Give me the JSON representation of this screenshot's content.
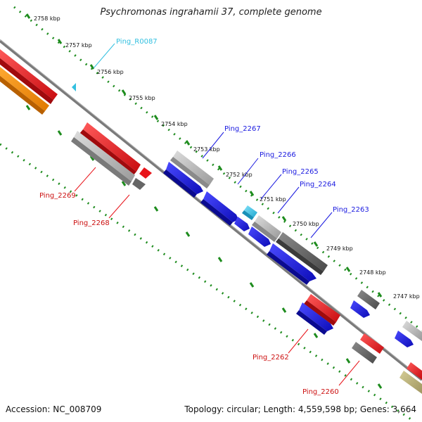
{
  "title": "Psychromonas ingrahamii 37, complete genome",
  "footer": {
    "accession": "Accession: NC_008709",
    "topology": "Topology: circular; Length: 4,559,598 bp; Genes: 3,664"
  },
  "colors": {
    "forward_gene": "#e8141a",
    "reverse_gene": "#1a1ae0",
    "rna": "#33c0e0",
    "gray_gene": "#9a9a9a",
    "dark_gray_gene": "#555555",
    "orange_gene": "#ff8c00",
    "khaki_gene": "#b8ad70",
    "tick": "#1e8c1e",
    "backbone": "#808080"
  },
  "kbp_labels": [
    "2758 kbp",
    "2757 kbp",
    "2756 kbp",
    "2755 kbp",
    "2754 kbp",
    "2753 kbp",
    "2752 kbp",
    "2751 kbp",
    "2750 kbp",
    "2749 kbp",
    "2748 kbp",
    "2747 kbp"
  ],
  "gene_labels": {
    "Ping_R0087": "Ping_R0087",
    "Ping_2267": "Ping_2267",
    "Ping_2266": "Ping_2266",
    "Ping_2265": "Ping_2265",
    "Ping_2264": "Ping_2264",
    "Ping_2263": "Ping_2263",
    "Ping_2269": "Ping_2269",
    "Ping_2268": "Ping_2268",
    "Ping_2262": "Ping_2262",
    "Ping_2260": "Ping_2260"
  }
}
